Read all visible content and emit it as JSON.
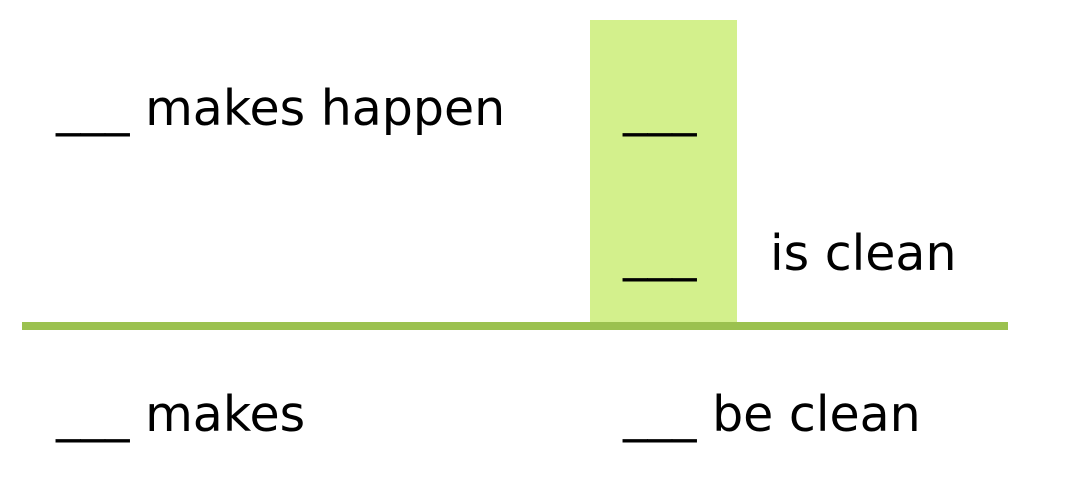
{
  "diagram": {
    "top_left_phrase": "___ makes happen",
    "top_column_blank": "___",
    "middle_column_blank": "___",
    "middle_right_phrase": "is clean",
    "bottom_left_phrase": "___ makes",
    "bottom_right_phrase": "___ be clean"
  },
  "colors": {
    "highlight": "#d3f08c",
    "divider": "#9bc14f",
    "text": "#000000",
    "background": "#ffffff"
  }
}
